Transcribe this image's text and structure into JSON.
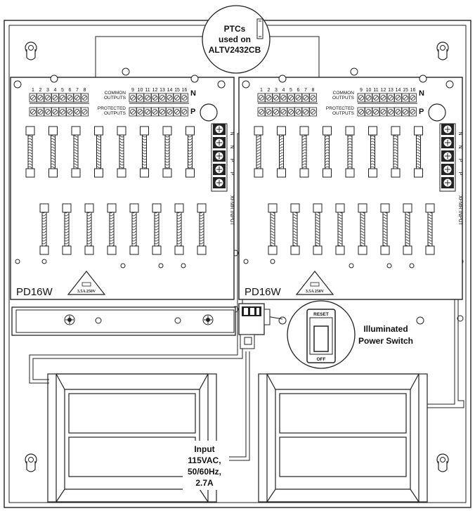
{
  "ptc_callout": {
    "line1": "PTCs",
    "line2": "used on",
    "line3": "ALTV2432CB"
  },
  "board": {
    "model": "PD16W",
    "fuse_rating": "3.5A 250V",
    "common_outputs_line1": "COMMON",
    "common_outputs_line2": "OUTPUTS",
    "protected_outputs_line1": "PROTECTED",
    "protected_outputs_line2": "OUTPUTS",
    "terminal_n": "N",
    "terminal_p": "P",
    "xfmr_input": "XFMR INPUT",
    "input_terminal_labels": [
      "N",
      "N",
      "P",
      "P"
    ],
    "output_numbers_left": [
      "1",
      "2",
      "3",
      "4",
      "5",
      "6",
      "7",
      "8"
    ],
    "output_numbers_right": [
      "9",
      "10",
      "11",
      "12",
      "13",
      "14",
      "15",
      "16"
    ]
  },
  "power_switch": {
    "label_line1": "Illuminated",
    "label_line2": "Power Switch",
    "reset": "RESET",
    "off": "OFF"
  },
  "input_label": {
    "line1": "Input",
    "line2": "115VAC,",
    "line3": "50/60Hz,",
    "line4": "2.7A"
  }
}
